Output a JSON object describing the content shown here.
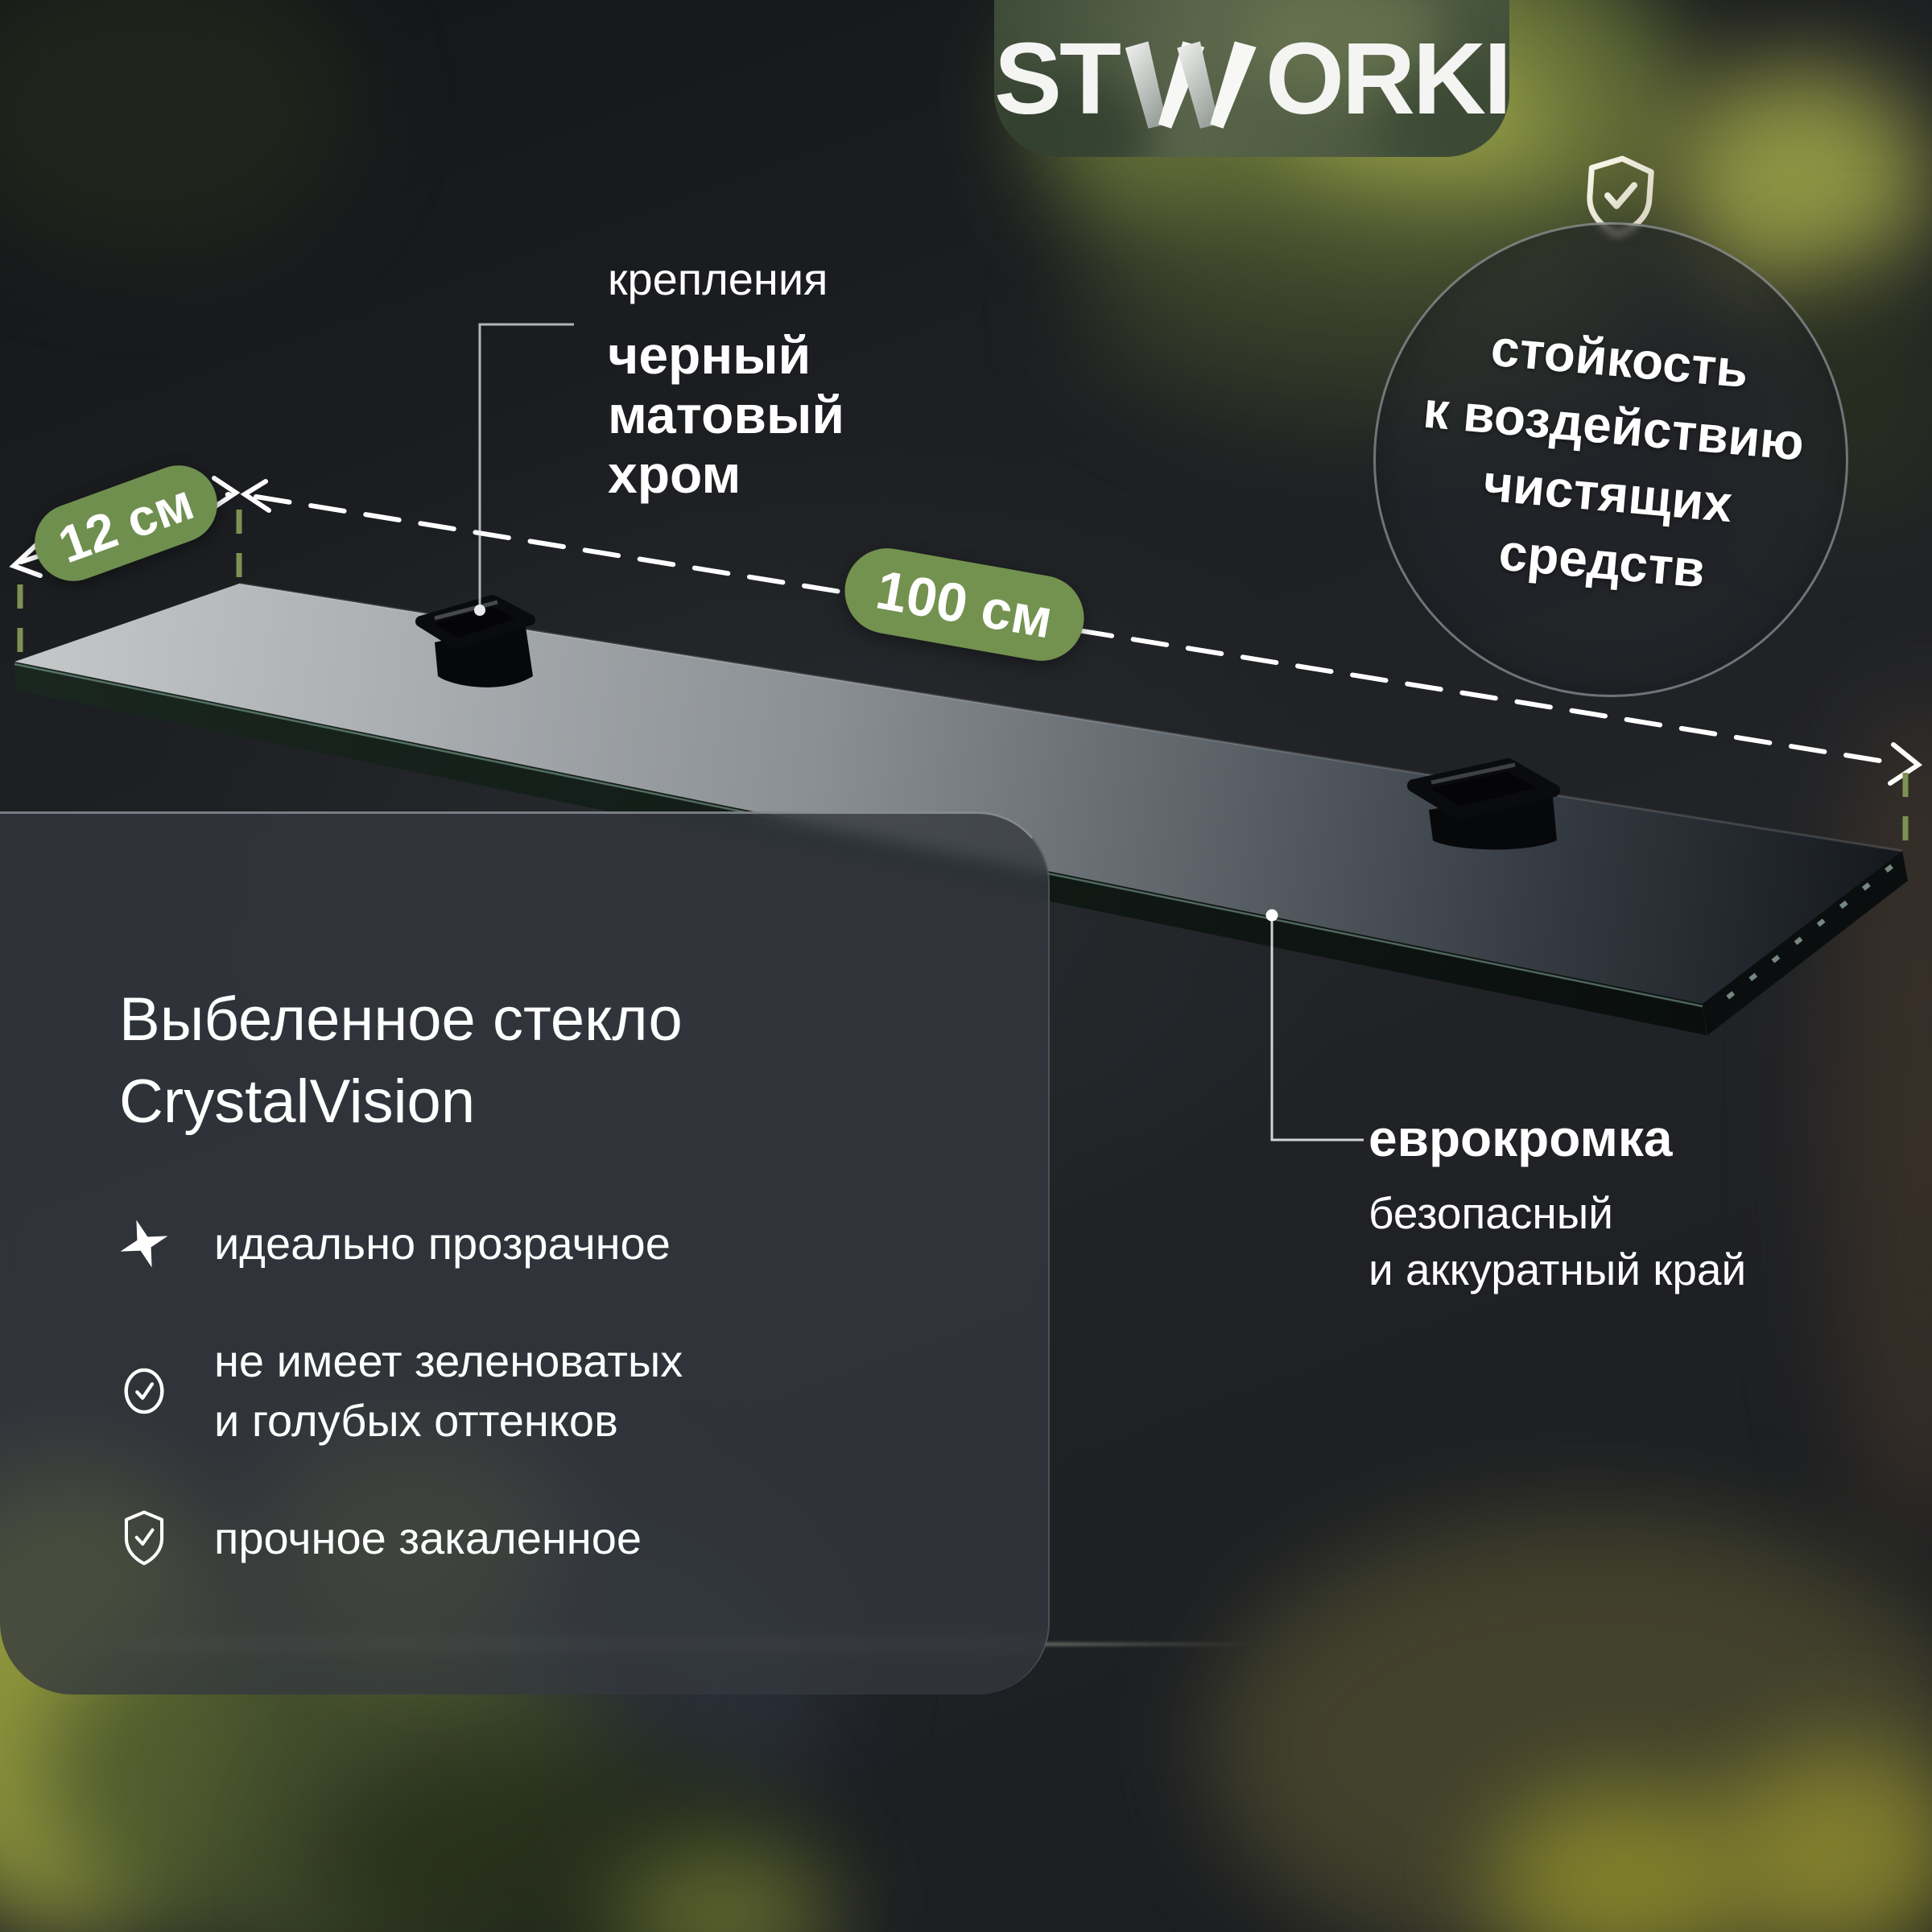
{
  "logo": {
    "prefix": "ST",
    "suffix": "ORKI"
  },
  "top_badge": {
    "lines": [
      "стойкость",
      "к воздействию",
      "чистящих",
      "средств"
    ]
  },
  "mount_annotation": {
    "label": "крепления",
    "bold_lines": [
      "черный",
      "матовый",
      "хром"
    ]
  },
  "dimensions": {
    "depth": "12 см",
    "length": "100 см"
  },
  "edge_annotation": {
    "title": "еврокромка",
    "lines": [
      "безопасный",
      "и аккуратный край"
    ]
  },
  "panel": {
    "title_lines": [
      "Выбеленное стекло",
      "CrystalVision"
    ],
    "features": [
      {
        "icon": "sparkle-icon",
        "lines": [
          "идеально прозрачное",
          ""
        ]
      },
      {
        "icon": "check-circle-icon",
        "lines": [
          "не имеет зеленоватых",
          "и голубых оттенков"
        ]
      },
      {
        "icon": "shield-check-icon",
        "lines": [
          "прочное закаленное",
          ""
        ]
      }
    ]
  },
  "colors": {
    "pill_green": "#6f8f4f",
    "pill_green_2": "#73924f",
    "dash_green": "#7d9154",
    "text": "#ffffff"
  }
}
